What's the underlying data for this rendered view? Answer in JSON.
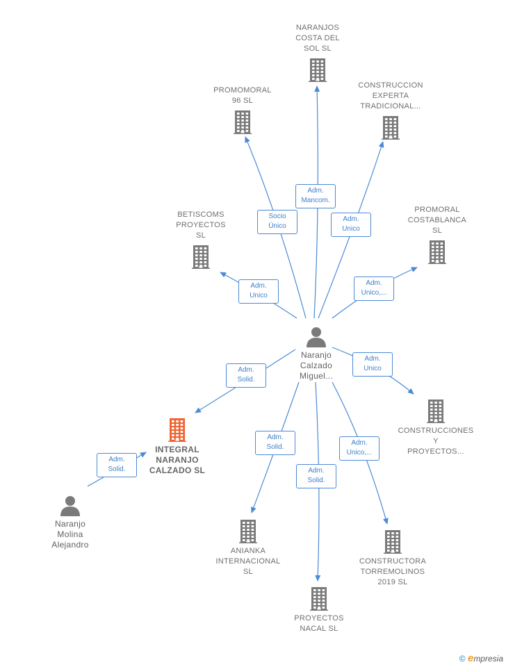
{
  "colors": {
    "edge": "#4a8ad4",
    "building": "#7a7a7a",
    "building_focus": "#f06433",
    "person": "#7a7a7a"
  },
  "center": {
    "name": "Naranjo\nCalzado\nMiguel...",
    "icon": "person-icon"
  },
  "companies": [
    {
      "id": "naranjos",
      "name": "NARANJOS\nCOSTA DEL\nSOL  SL",
      "icon": "building-icon"
    },
    {
      "id": "promomoral96",
      "name": "PROMOMORAL\n96 SL",
      "icon": "building-icon"
    },
    {
      "id": "construccion-experta",
      "name": "CONSTRUCCION\nEXPERTA\nTRADICIONAL...",
      "icon": "building-icon"
    },
    {
      "id": "betiscoms",
      "name": "BETISCOMS\nPROYECTOS\nSL",
      "icon": "building-icon"
    },
    {
      "id": "promoral-costablanca",
      "name": "PROMORAL\nCOSTABLANCA\nSL",
      "icon": "building-icon"
    },
    {
      "id": "integral",
      "name": "INTEGRAL\nNARANJO\nCALZADO  SL",
      "icon": "building-icon",
      "focus": true
    },
    {
      "id": "construcciones-y-proyectos",
      "name": "CONSTRUCCIONES\nY\nPROYECTOS...",
      "icon": "building-icon"
    },
    {
      "id": "anianka",
      "name": "ANIANKA\nINTERNACIONAL\nSL",
      "icon": "building-icon"
    },
    {
      "id": "proyectos-nacal",
      "name": "PROYECTOS\nNACAL  SL",
      "icon": "building-icon"
    },
    {
      "id": "constructora-torremolinos",
      "name": "CONSTRUCTORA\nTORREMOLINOS\n2019  SL",
      "icon": "building-icon"
    }
  ],
  "other_person": {
    "name": "Naranjo\nMolina\nAlejandro",
    "icon": "person-icon"
  },
  "edges": [
    {
      "to": "naranjos",
      "label": "Adm.\nMancom."
    },
    {
      "to": "promomoral96",
      "label": "Socio\nÚnico"
    },
    {
      "to": "construccion-experta",
      "label": "Adm.\nUnico"
    },
    {
      "to": "betiscoms",
      "label": "Adm.\nUnico"
    },
    {
      "to": "promoral-costablanca",
      "label": "Adm.\nUnico,..."
    },
    {
      "to": "integral",
      "label": "Adm.\nSolid."
    },
    {
      "to": "construcciones-y-proyectos",
      "label": "Adm.\nUnico"
    },
    {
      "to": "anianka",
      "label": "Adm.\nSolid."
    },
    {
      "to": "proyectos-nacal",
      "label": "Adm.\nSolid."
    },
    {
      "to": "constructora-torremolinos",
      "label": "Adm.\nUnico,..."
    },
    {
      "from": "other_person",
      "to": "integral",
      "label": "Adm.\nSolid."
    }
  ],
  "footer": {
    "copyright": "©",
    "brand_initial": "e",
    "brand_rest": "mpresia"
  }
}
